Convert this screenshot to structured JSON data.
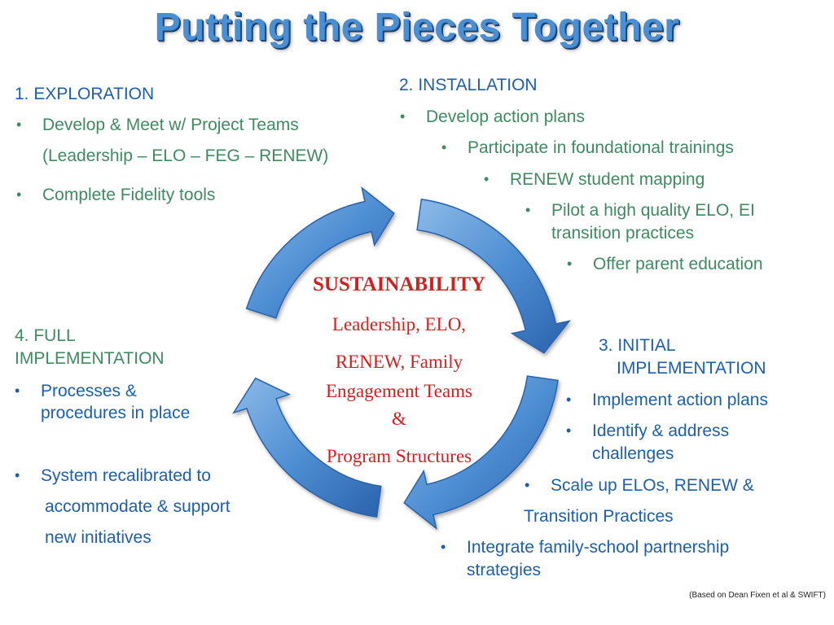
{
  "title": "Putting the Pieces Together",
  "center": {
    "title": "SUSTAINABILITY",
    "lines": [
      "Leadership, ELO,",
      "RENEW,  Family",
      "Engagement Teams",
      "&",
      "Program Structures"
    ]
  },
  "exploration": {
    "heading": "1. EXPLORATION",
    "items": [
      "Develop & Meet w/ Project Teams",
      "(Leadership – ELO – FEG – RENEW)",
      "Complete Fidelity tools"
    ]
  },
  "installation": {
    "heading": "2. INSTALLATION",
    "items": [
      "Develop action plans",
      "Participate in foundational trainings",
      "RENEW student mapping",
      "Pilot a high quality ELO, EI",
      "transition practices",
      "Offer parent education"
    ]
  },
  "initial": {
    "heading_line1": "3. INITIAL",
    "heading_line2": "IMPLEMENTATION",
    "items": [
      "Implement action plans",
      "Identify & address",
      "challenges",
      "Scale up ELOs, RENEW &",
      "Transition Practices",
      "Integrate family-school partnership",
      "strategies"
    ]
  },
  "full": {
    "heading_line1": "4. FULL",
    "heading_line2": "IMPLEMENTATION",
    "items": [
      "Processes &",
      "procedures in place",
      "System recalibrated to",
      "accommodate & support",
      "new initiatives"
    ]
  },
  "footnote": "(Based on Dean Fixen et al & SWIFT)",
  "colors": {
    "title": "#4a8fd4",
    "green_text": "#3f8a60",
    "blue_text": "#1d5fa8",
    "center_text": "#d22020",
    "arrow_light": "#6ea8e0",
    "arrow_dark": "#2a62ad"
  }
}
